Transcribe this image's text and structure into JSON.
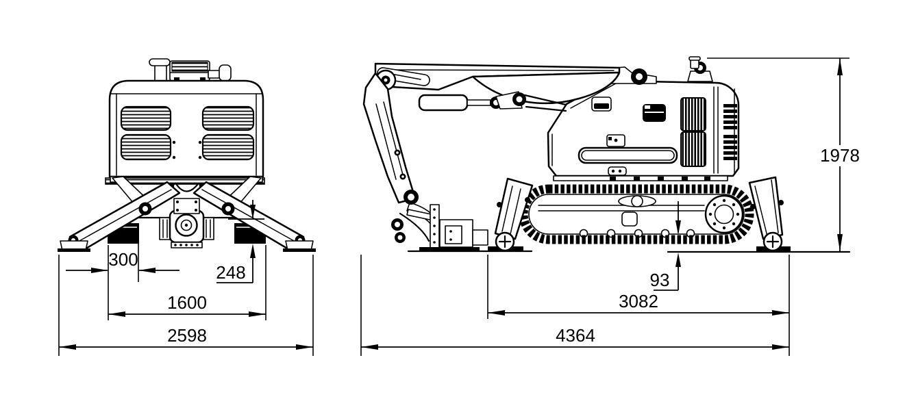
{
  "drawing": {
    "front_view": {
      "dimensions": {
        "shoe_width": "300",
        "clearance": "248",
        "track_gauge": "1600",
        "overall_width": "2598"
      }
    },
    "side_view": {
      "dimensions": {
        "ground_clearance": "93",
        "support_length": "3082",
        "overall_length": "4364",
        "overall_height": "1978"
      }
    }
  }
}
